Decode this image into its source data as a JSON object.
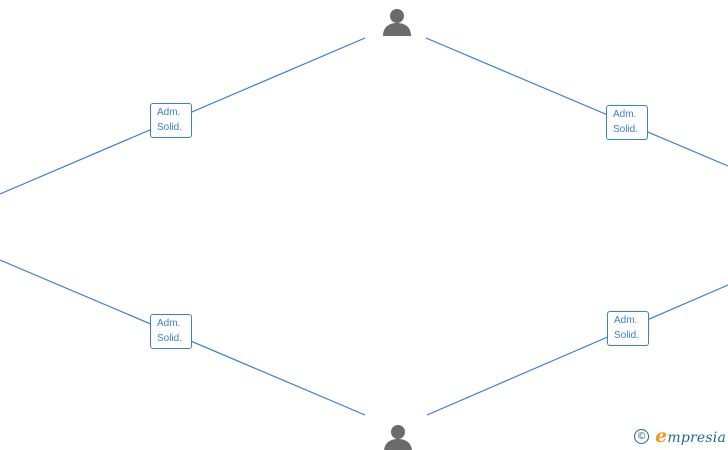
{
  "diagram": {
    "persons": [
      {
        "icon": "person-icon"
      },
      {
        "icon": "person-icon"
      }
    ],
    "roles": [
      {
        "line1": "Adm.",
        "line2": "Solid."
      },
      {
        "line1": "Adm.",
        "line2": "Solid."
      },
      {
        "line1": "Adm.",
        "line2": "Solid."
      },
      {
        "line1": "Adm.",
        "line2": "Solid."
      }
    ],
    "edge_color": "#3a7fd0",
    "icon_color": "#6b6b6b"
  },
  "watermark": {
    "symbol": "©",
    "brand_initial": "e",
    "brand_rest": "mpresia",
    "brand_color": "#1f6a8a",
    "accent_color": "#f39a1e"
  }
}
